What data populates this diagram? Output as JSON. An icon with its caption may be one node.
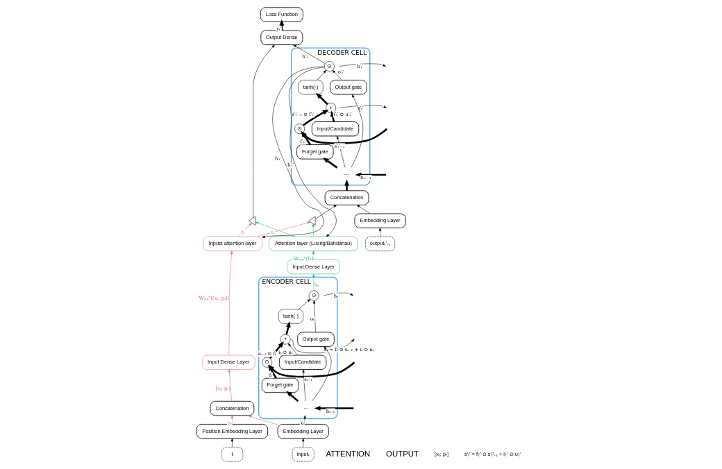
{
  "diagram": {
    "nodes": [
      {
        "text": [
          "Inputs attention layer"
        ]
      },
      {
        "text": [
          "Attention layer (Luong/Bahdanau)"
        ]
      },
      {
        "text": [
          "Input Dense Layer"
        ]
      },
      {
        "text": [
          "Input Dense Layer"
        ]
      },
      {
        "text": [
          "Loss Function"
        ]
      },
      {
        "text": [
          "Output Dense"
        ]
      },
      {
        "text": [
          "ENCODER CELL"
        ]
      },
      {
        "text": [
          "⊙"
        ],
        "in": 6
      },
      {
        "text": [
          "+"
        ],
        "in": 6
      },
      {
        "text": [
          "Forget gate"
        ],
        "in": 6
      },
      {
        "text": [
          "Input/Candidate"
        ],
        "in": 6
      },
      {
        "text": [
          "Output gate"
        ],
        "in": 6
      },
      {
        "text": [
          "tanh(·)"
        ],
        "in": 6
      },
      {
        "text": [
          "⊙"
        ],
        "in": 6
      },
      {
        "text": [
          "···"
        ],
        "in": 6
      },
      {
        "text": [
          "Concatenation"
        ]
      },
      {
        "text": [
          "Embedding Layer"
        ]
      },
      {
        "text": [
          "Position Embedding Layer"
        ]
      },
      {
        "text": [
          "inputₜ"
        ]
      },
      {
        "text": [
          "t"
        ]
      },
      {
        "text": [
          "DECODER CELL"
        ]
      },
      {
        "text": [
          "⊙"
        ],
        "in": 20
      },
      {
        "text": [
          "+"
        ],
        "in": 20
      },
      {
        "text": [
          "Forget gate"
        ],
        "in": 20
      },
      {
        "text": [
          "Input/Candidate"
        ],
        "in": 20
      },
      {
        "text": [
          "Output gate"
        ],
        "in": 20
      },
      {
        "text": [
          "tanh(·)"
        ],
        "in": 20
      },
      {
        "text": [
          "⊙"
        ],
        "in": 20
      },
      {
        "text": [
          "···"
        ],
        "in": 20
      },
      {
        "text": [
          "Concatenation"
        ]
      },
      {
        "text": [
          "Embedding Layer"
        ]
      },
      {
        "text": [
          "outputₜ′₋₁"
        ]
      },
      {
        "text": [],
        "shape": "fork"
      },
      {
        "text": [],
        "shape": "fork"
      }
    ],
    "edges": [
      {
        "from": null,
        "to": 7,
        "arrow": "to",
        "label": "sₜ₋₁",
        "style": "thick"
      },
      {
        "from": null,
        "to": 14,
        "arrow": "to",
        "label": "hₜ₋₁",
        "style": "thick"
      },
      {
        "from": 7,
        "to": 8,
        "arrow": "to",
        "label": "sₜ₋₁ ⊙ fₜ",
        "style": "thick"
      },
      {
        "from": 9,
        "to": 7,
        "arrow": "to",
        "label": "fₜ",
        "style": "thick"
      },
      {
        "from": 10,
        "to": 8,
        "arrow": "to",
        "label": "iₜ ⊙ uₜ"
      },
      {
        "from": 14,
        "to": 9,
        "arrow": "to",
        "style": "thick"
      },
      {
        "from": 14,
        "to": 10,
        "arrow": "to"
      },
      {
        "from": 14,
        "to": 11,
        "arrow": "to"
      },
      {
        "from": 8,
        "to": null,
        "arrow": "to",
        "label": "sₜ = fₜ ⊙ sₜ₋₁ + iₜ ⊙ uₜ"
      },
      {
        "from": 8,
        "to": 12,
        "arrow": "to",
        "style": "thick"
      },
      {
        "from": 12,
        "to": 13,
        "arrow": "to"
      },
      {
        "from": 11,
        "to": 13,
        "arrow": "to",
        "label": "oₜ"
      },
      {
        "from": 13,
        "to": null,
        "arrow": "to",
        "label": "hₜ"
      },
      {
        "from": 13,
        "to": 3,
        "arrow": "to",
        "label": "hₜ",
        "color": "#22c35e"
      },
      {
        "from": 16,
        "to": 14,
        "arrow": "to",
        "label": "xₜ"
      },
      {
        "from": 16,
        "to": 15,
        "arrow": "to",
        "color": "#ee6b6b"
      },
      {
        "from": 17,
        "to": 15,
        "arrow": "to",
        "label": "pₜ",
        "color": "#ee6b6b"
      },
      {
        "from": 18,
        "to": 16,
        "arrow": "to"
      },
      {
        "from": 19,
        "to": 17,
        "arrow": "to"
      },
      {
        "from": 15,
        "to": 2,
        "arrow": "to",
        "label": "[xₜ; pₜ]",
        "color": "#ee6b6b"
      },
      {
        "from": 2,
        "to": 0,
        "arrow": "to",
        "label": "Wᵢₙₚᵀ([xₜ; pₜ])",
        "color": "#ee6b6b"
      },
      {
        "from": 3,
        "to": 1,
        "arrow": "to",
        "label": "Wᵢₙₚᵀ(hₜ)",
        "color": "#22c35e"
      },
      {
        "from": 0,
        "to": 32,
        "arrow": "to",
        "label": "cₜ",
        "color": "#ee6b6b"
      },
      {
        "from": 0,
        "to": 33,
        "arrow": "to",
        "color": "#ee6b6b"
      },
      {
        "from": 1,
        "to": 32,
        "arrow": "to",
        "label": "cₜ",
        "color": "#22c35e"
      },
      {
        "from": 1,
        "to": 33,
        "arrow": "to",
        "color": "#22c35e"
      },
      {
        "from": 32,
        "to": 5,
        "arrow": "to"
      },
      {
        "from": 33,
        "to": 29,
        "arrow": "to"
      },
      {
        "from": 5,
        "to": 4,
        "arrow": "to",
        "label": "yₜ′",
        "style": "thick"
      },
      {
        "from": 27,
        "to": 0,
        "arrow": "to",
        "label": "h′ₜ′"
      },
      {
        "from": 27,
        "to": 1,
        "arrow": "to",
        "label": "h′ₜ′"
      },
      {
        "from": 27,
        "to": 5,
        "arrow": "to",
        "label": "h′ₜ′"
      },
      {
        "from": 27,
        "to": null,
        "arrow": "to",
        "label": "h′ₜ′"
      },
      {
        "from": null,
        "to": 21,
        "arrow": "to",
        "label": "s′ₜ′₋₁",
        "style": "thick"
      },
      {
        "from": null,
        "to": 28,
        "arrow": "to",
        "label": "h′ₜ′₋₁",
        "style": "thick"
      },
      {
        "from": 21,
        "to": 22,
        "arrow": "to",
        "label": "s′ₜ′₋₁ ⊙ f′ₜ′",
        "style": "thick"
      },
      {
        "from": 23,
        "to": 21,
        "arrow": "to",
        "label": "f′ₜ′",
        "style": "thick"
      },
      {
        "from": 24,
        "to": 22,
        "arrow": "to",
        "label": "i′ₜ′ ⊙ u′ₜ′",
        "style": "thick"
      },
      {
        "from": 28,
        "to": 23,
        "arrow": "to",
        "style": "thick"
      },
      {
        "from": 28,
        "to": 24,
        "arrow": "to"
      },
      {
        "from": 28,
        "to": 25,
        "arrow": "to"
      },
      {
        "from": 22,
        "to": null,
        "arrow": "to",
        "label": "s′ₜ′"
      },
      {
        "from": 22,
        "to": 26,
        "arrow": "to",
        "style": "thick"
      },
      {
        "from": 26,
        "to": 27,
        "arrow": "to"
      },
      {
        "from": 25,
        "to": 27,
        "arrow": "to",
        "label": "o′ₜ′"
      },
      {
        "from": 29,
        "to": 28,
        "arrow": "to",
        "style": "thick"
      },
      {
        "from": 30,
        "to": 29,
        "arrow": "to"
      },
      {
        "from": 31,
        "to": 30,
        "arrow": "to"
      }
    ],
    "labels": [
      "ATTENTION",
      "OUTPUT",
      "[xₜ; pₜ]",
      "s′ₜ′ = f′ₜ′ ⊙ s′ₜ′₋₁ + i′ₜ′ ⊙ u′ₜ′"
    ]
  }
}
